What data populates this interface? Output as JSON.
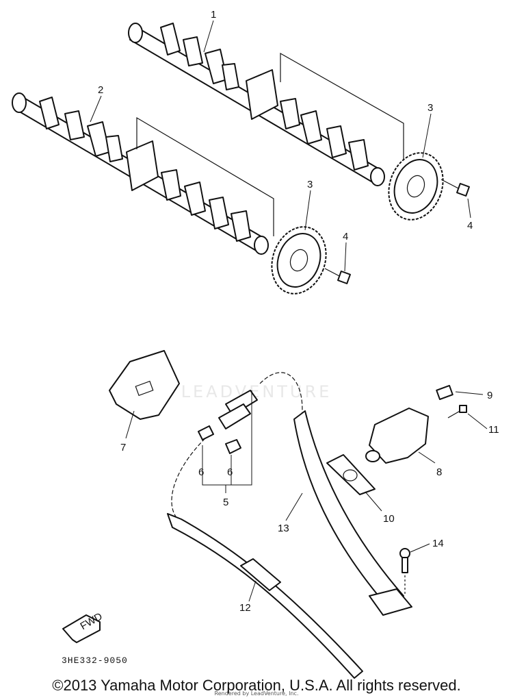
{
  "labels": {
    "p1": "1",
    "p2": "2",
    "p3a": "3",
    "p3b": "3",
    "p4a": "4",
    "p4b": "4",
    "p5": "5",
    "p6a": "6",
    "p6b": "6",
    "p7": "7",
    "p8": "8",
    "p9": "9",
    "p10": "10",
    "p11": "11",
    "p12": "12",
    "p13": "13",
    "p14": "14"
  },
  "diagram_code": "3HE332-9050",
  "footer": "©2013 Yamaha Motor Corporation, U.S.A. All rights reserved.",
  "rendered_by": "Rendered by LeadVenture, Inc.",
  "watermark": "LEADVENTURE",
  "fwd_icon_text": "FWD"
}
